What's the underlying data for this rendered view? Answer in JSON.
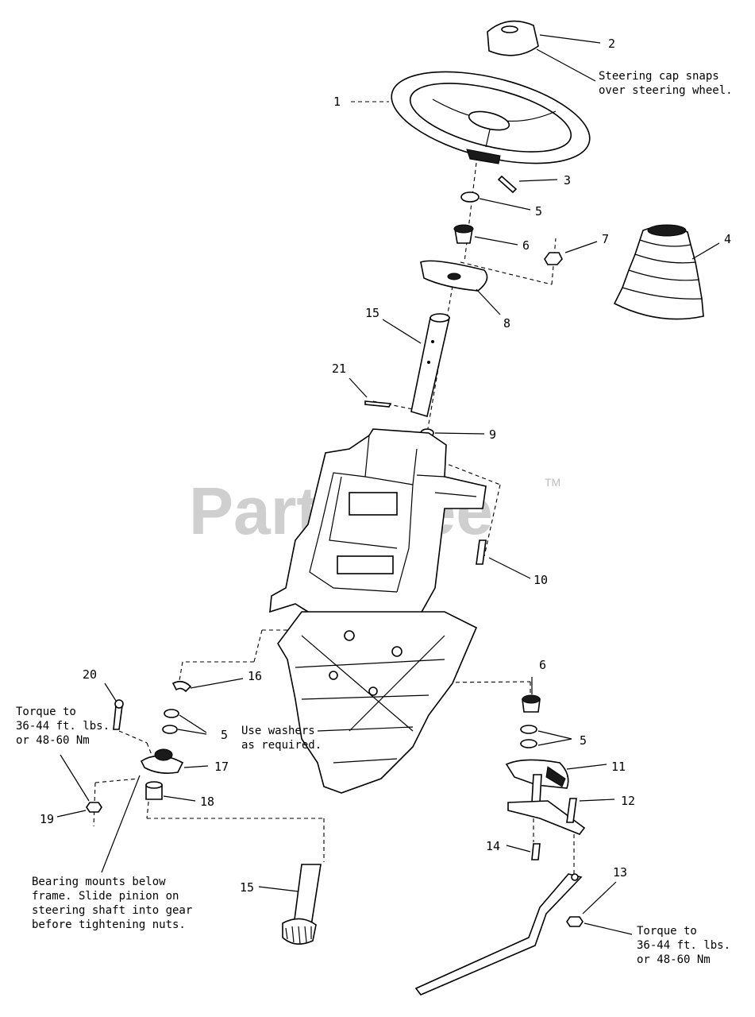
{
  "watermark": {
    "text": "PartsTree",
    "trademark": "TM"
  },
  "callouts": [
    {
      "id": "c1",
      "num": "1"
    },
    {
      "id": "c2",
      "num": "2"
    },
    {
      "id": "c3",
      "num": "3"
    },
    {
      "id": "c4",
      "num": "4"
    },
    {
      "id": "c5a",
      "num": "5"
    },
    {
      "id": "c6a",
      "num": "6"
    },
    {
      "id": "c7",
      "num": "7"
    },
    {
      "id": "c8",
      "num": "8"
    },
    {
      "id": "c15a",
      "num": "15"
    },
    {
      "id": "c21",
      "num": "21"
    },
    {
      "id": "c9",
      "num": "9"
    },
    {
      "id": "c10",
      "num": "10"
    },
    {
      "id": "c20",
      "num": "20"
    },
    {
      "id": "c16",
      "num": "16"
    },
    {
      "id": "c5b",
      "num": "5"
    },
    {
      "id": "c17",
      "num": "17"
    },
    {
      "id": "c18",
      "num": "18"
    },
    {
      "id": "c19",
      "num": "19"
    },
    {
      "id": "c6b",
      "num": "6"
    },
    {
      "id": "c5c",
      "num": "5"
    },
    {
      "id": "c11",
      "num": "11"
    },
    {
      "id": "c12",
      "num": "12"
    },
    {
      "id": "c14",
      "num": "14"
    },
    {
      "id": "c13",
      "num": "13"
    },
    {
      "id": "c15b",
      "num": "15"
    }
  ],
  "notes": {
    "steering_cap": [
      "Steering cap snaps",
      "over steering wheel."
    ],
    "torque_left": [
      "Torque to",
      "36-44 ft. lbs.",
      "or 48-60 Nm"
    ],
    "washers": [
      "Use washers",
      "as required."
    ],
    "bearing": [
      "Bearing mounts below",
      "frame.  Slide pinion on",
      "steering shaft into gear",
      "before tightening nuts."
    ],
    "torque_right": [
      "Torque to",
      "36-44 ft. lbs.",
      "or 48-60 Nm"
    ]
  }
}
